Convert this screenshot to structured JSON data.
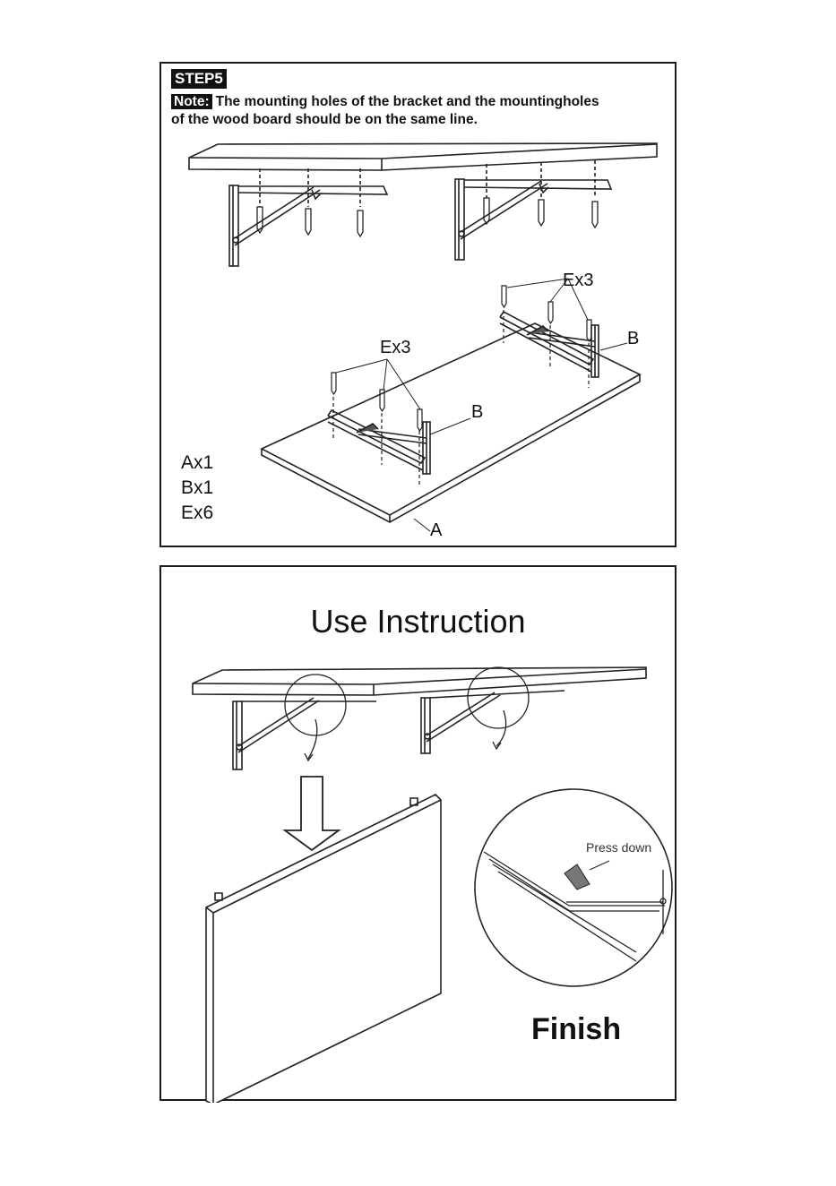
{
  "step5": {
    "badge": "STEP5",
    "note_label": "Note:",
    "note_text_line1": "The mounting holes of the bracket and the mountingholes",
    "note_text_line2": "of the wood board should be on the same line.",
    "label_ex3_right": "Ex3",
    "label_ex3_left": "Ex3",
    "label_b_right": "B",
    "label_b_left": "B",
    "label_a": "A",
    "counts": [
      "Ax1",
      "Bx1",
      "Ex6"
    ]
  },
  "use": {
    "title": "Use Instruction",
    "press_down": "Press down",
    "finish": "Finish"
  }
}
